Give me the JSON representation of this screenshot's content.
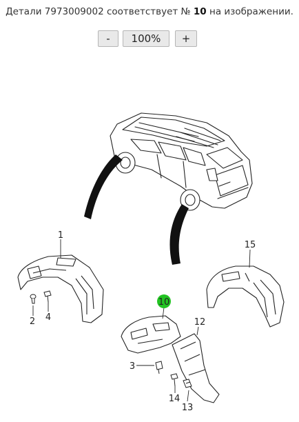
{
  "header": {
    "prefix": "Детали 7973009002 соответствует №",
    "highlight_number": "10",
    "suffix": "на изображении."
  },
  "zoom": {
    "minus_label": "-",
    "level": "100%",
    "plus_label": "+"
  },
  "highlight_color": "#22c322",
  "callouts": [
    {
      "id": "1",
      "label": "1"
    },
    {
      "id": "2",
      "label": "2"
    },
    {
      "id": "3",
      "label": "3"
    },
    {
      "id": "4",
      "label": "4"
    },
    {
      "id": "10",
      "label": "10",
      "highlighted": true
    },
    {
      "id": "12",
      "label": "12"
    },
    {
      "id": "13",
      "label": "13"
    },
    {
      "id": "14",
      "label": "14"
    },
    {
      "id": "15",
      "label": "15"
    }
  ]
}
